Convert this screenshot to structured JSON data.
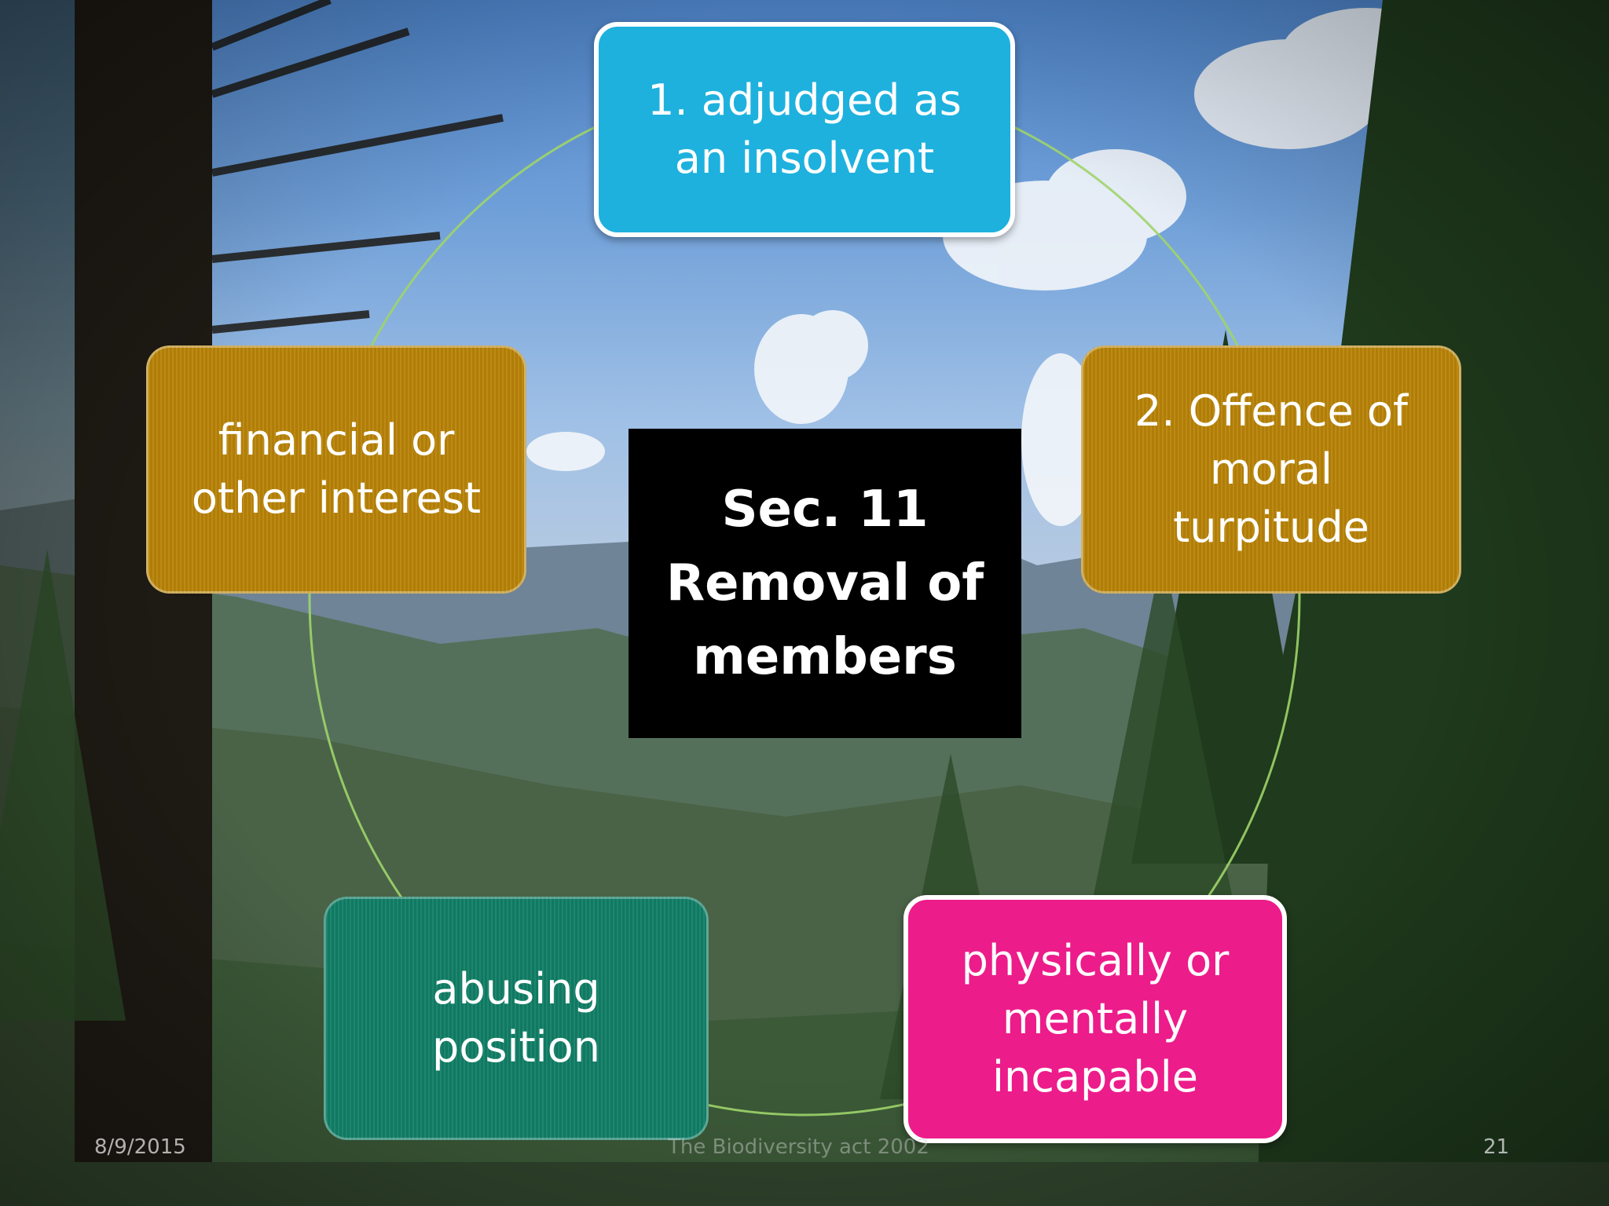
{
  "center": {
    "title": "Sec. 11\nRemoval of\nmembers"
  },
  "items": [
    {
      "label": "1. adjudged as\nan insolvent",
      "color": "#1eb1de"
    },
    {
      "label": "2. Offence of\nmoral\nturpitude",
      "color": "#b98508"
    },
    {
      "label": "physically or\nmentally\nincapable",
      "color": "#ec1c8a"
    },
    {
      "label": "abusing\nposition",
      "color": "#128067"
    },
    {
      "label": "financial or\nother interest",
      "color": "#b98508"
    }
  ],
  "footer": {
    "date": "8/9/2015",
    "title": "The Biodiversity act 2002",
    "page": "21"
  }
}
